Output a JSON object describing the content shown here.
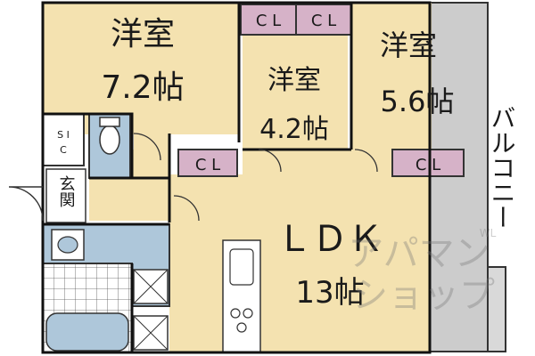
{
  "rooms": {
    "western_a": {
      "name": "洋室",
      "size": "7.2帖"
    },
    "western_b": {
      "name": "洋室",
      "size": "4.2帖"
    },
    "western_c": {
      "name": "洋室",
      "size": "5.6帖"
    },
    "ldk": {
      "name": "ＬＤＫ",
      "size": "13帖"
    },
    "balcony": {
      "name": "バルコニー"
    },
    "entrance": {
      "name": "玄関"
    },
    "sic": {
      "line1": "S I",
      "line2": "C"
    }
  },
  "closets": {
    "cl_top_1": "C L",
    "cl_top_2": "C L",
    "cl_a": "C L",
    "cl_c": "C L"
  },
  "watermark": {
    "line1": "アパマン",
    "line2": "ショップ",
    "small": "WL"
  },
  "colors": {
    "room_fill": "#f4e2b0",
    "wet_fill": "#aec7da",
    "closet_fill": "#d6b2c8",
    "balcony_fill": "#cccccc",
    "wall": "#111111"
  }
}
